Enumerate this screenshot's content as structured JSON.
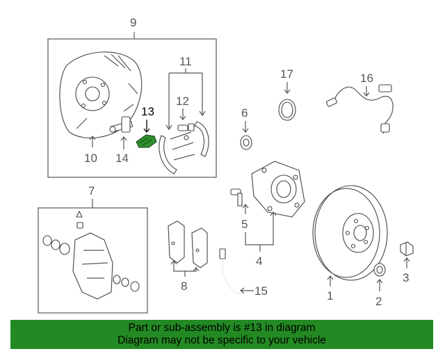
{
  "callouts": {
    "c1": "1",
    "c2": "2",
    "c3": "3",
    "c4": "4",
    "c5": "5",
    "c6": "6",
    "c7": "7",
    "c8": "8",
    "c9": "9",
    "c10": "10",
    "c11": "11",
    "c12": "12",
    "c13": "13",
    "c14": "14",
    "c15": "15",
    "c16": "16",
    "c17": "17"
  },
  "highlight": {
    "part": "13",
    "color": "#2f8f2f"
  },
  "banner": {
    "line1": "Part or sub-assembly is #13 in diagram",
    "line2": "Diagram may not be specific to your vehicle",
    "background": "#238a23"
  }
}
